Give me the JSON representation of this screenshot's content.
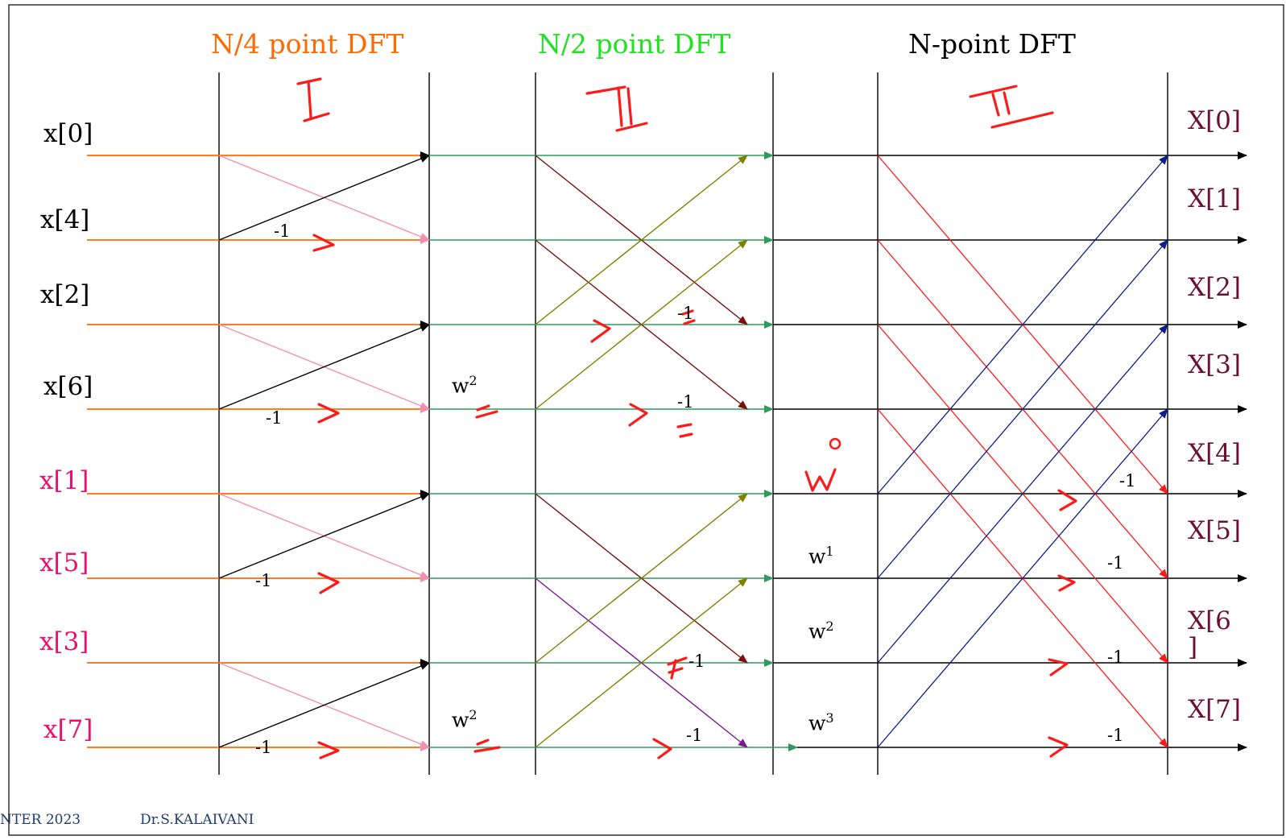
{
  "headers": {
    "stage1": "N/4 point DFT",
    "stage2": "N/2 point DFT",
    "stage3": "N-point DFT"
  },
  "colors": {
    "stage1_header": "#ff6a00",
    "stage2_header": "#22e022",
    "stage3_header": "#000000",
    "input_even": "#000000",
    "input_odd": "#ee0f6b",
    "output": "#6b0f35",
    "annotation": "#ff1a1a",
    "footer": "#1f3b6b"
  },
  "inputs": [
    "x[0]",
    "x[4]",
    "x[2]",
    "x[6]",
    "x[1]",
    "x[5]",
    "x[3]",
    "x[7]"
  ],
  "outputs": [
    "X[0]",
    "X[1]",
    "X[2]",
    "X[3]",
    "X[4]",
    "X[5]",
    "X[6\n]",
    "X[7]"
  ],
  "minus_one": "-1",
  "twiddles": {
    "w2_a": {
      "base": "w",
      "exp": "2"
    },
    "w2_b": {
      "base": "w",
      "exp": "2"
    },
    "w1": {
      "base": "w",
      "exp": "1"
    },
    "w2_c": {
      "base": "w",
      "exp": "2"
    },
    "w3": {
      "base": "w",
      "exp": "3"
    }
  },
  "footer": {
    "left": "NTER 2023",
    "right": "Dr.S.KALAIVANI"
  }
}
